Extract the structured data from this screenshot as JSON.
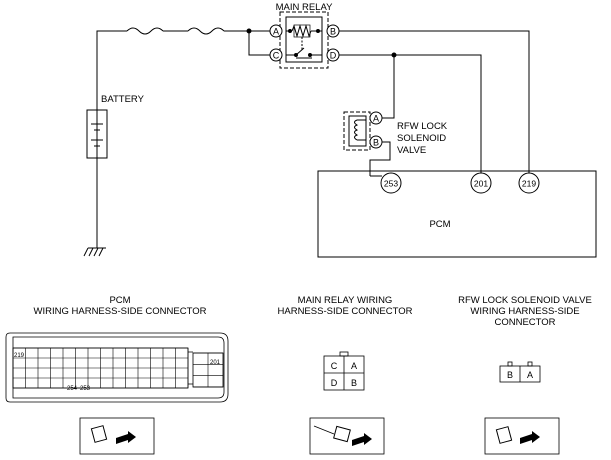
{
  "schematic": {
    "main_relay_title": "MAIN RELAY",
    "relay_pins": {
      "a": "A",
      "b": "B",
      "c": "C",
      "d": "D"
    },
    "battery_label": "BATTERY",
    "solenoid_label_line1": "RFW LOCK",
    "solenoid_label_line2": "SOLENOID",
    "solenoid_label_line3": "VALVE",
    "solenoid_pins": {
      "a": "A",
      "b": "B"
    },
    "pcm_label": "PCM",
    "pcm_terminals": [
      "253",
      "201",
      "219"
    ]
  },
  "connectors": {
    "pcm_title_line1": "PCM",
    "pcm_title_line2": "WIRING HARNESS-SIDE CONNECTOR",
    "pcm_pin_labels": {
      "p219": "219",
      "p201": "201",
      "p254": "254",
      "p253": "253"
    },
    "relay_title_line1": "MAIN RELAY WIRING",
    "relay_title_line2": "HARNESS-SIDE CONNECTOR",
    "relay_grid": [
      "C",
      "A",
      "D",
      "B"
    ],
    "solenoid_title_line1": "RFW LOCK SOLENOID VALVE",
    "solenoid_title_line2": "WIRING HARNESS-SIDE",
    "solenoid_title_line3": "CONNECTOR",
    "solenoid_grid": [
      "B",
      "A"
    ]
  },
  "icons": [
    "connector-view-icon",
    "connector-view-icon",
    "connector-view-icon"
  ]
}
